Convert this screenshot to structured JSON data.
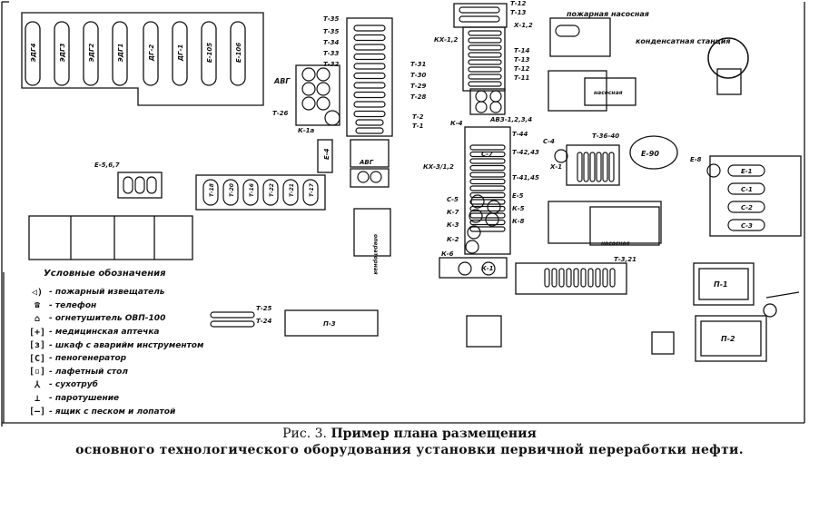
{
  "labels": {
    "dg_units": [
      "ЭДГ4",
      "ЭДГ3",
      "ЭДГ2",
      "ЭДГ1",
      "ДГ-2",
      "ДГ-1",
      "Е-105",
      "Е-106"
    ],
    "avg_left": "АВГ",
    "t26": "Т-26",
    "k1a": "К-1а",
    "t_upper_left": [
      "Т-35",
      "Т-34",
      "Т-33",
      "Т-32"
    ],
    "t_upper_right": [
      "Т-31",
      "Т-30",
      "Т-29",
      "Т-28"
    ],
    "t2": "Т-2",
    "t1": "Т-1",
    "e4": "Е-4",
    "avg_mid": "АВГ",
    "t12": "Т-12",
    "t13_top": "Т-13",
    "kh12": "КХ-1,2",
    "x12": "Х-1,2",
    "t_right_col": [
      "Т-14",
      "Т-13",
      "Т-12",
      "Т-11"
    ],
    "avz": "АВЗ-1,2,3,4",
    "fire_pump": "пожарная насосная",
    "condensate": "конденсатная станция",
    "pump_house": "насосная",
    "pump_house2": "насосная",
    "k4": "К-4",
    "t44": "Т-44",
    "t4243": "Т-42,43",
    "kh312": "КХ-3/1,2",
    "t4145": "Т-41,45",
    "s7": "С-7",
    "s5": "С-5",
    "e5": "Е-5",
    "k7": "К-7",
    "k5": "К-5",
    "k3": "К-3",
    "k8": "К-8",
    "k2": "К-2",
    "k6": "К-6",
    "k1": "К-1",
    "s4": "С-4",
    "t3640": "Т-36-40",
    "x1": "Х-1",
    "e90": "Е-90",
    "e8": "Е-8",
    "e_tanks": [
      "Е-1",
      "С-1",
      "С-2",
      "С-3"
    ],
    "e567": "Е-5,6,7",
    "t_row": [
      "Т-18",
      "Т-20",
      "Т-16",
      "Т-22",
      "Т-21",
      "Т-17"
    ],
    "operator": "операторная",
    "t321": "Т-3,21",
    "p1": "П-1",
    "p2": "П-2",
    "p3": "П-3",
    "t25": "Т-25",
    "t24": "Т-24"
  },
  "legend": {
    "title": "Условные обозначения",
    "items": [
      {
        "icon": "fire-detector-icon",
        "glyph": "◁)",
        "text": "- пожарный извещатель"
      },
      {
        "icon": "telephone-icon",
        "glyph": "☎",
        "text": "- телефон"
      },
      {
        "icon": "extinguisher-icon",
        "glyph": "⌂",
        "text": "- огнетушитель ОВП-100"
      },
      {
        "icon": "first-aid-icon",
        "glyph": "[+]",
        "text": "- медицинская аптечка"
      },
      {
        "icon": "emergency-cabinet-icon",
        "glyph": "[з]",
        "text": "- шкаф с аварийм инструментом"
      },
      {
        "icon": "foam-generator-icon",
        "glyph": "[С]",
        "text": "- пеногенератор"
      },
      {
        "icon": "monitor-table-icon",
        "glyph": "[▫]",
        "text": "- лафетный стол"
      },
      {
        "icon": "dry-pipe-icon",
        "glyph": "⅄",
        "text": "- сухотруб"
      },
      {
        "icon": "steam-icon",
        "glyph": "⊥",
        "text": "- паротушение"
      },
      {
        "icon": "sand-box-icon",
        "glyph": "[‒]",
        "text": "- ящик с песком и лопатой"
      }
    ]
  },
  "caption": {
    "line1_prefix": "Рис. 3. ",
    "line1_bold": "Пример плана размещения",
    "line2": "основного технологического оборудования установки первичной переработки нефти."
  }
}
